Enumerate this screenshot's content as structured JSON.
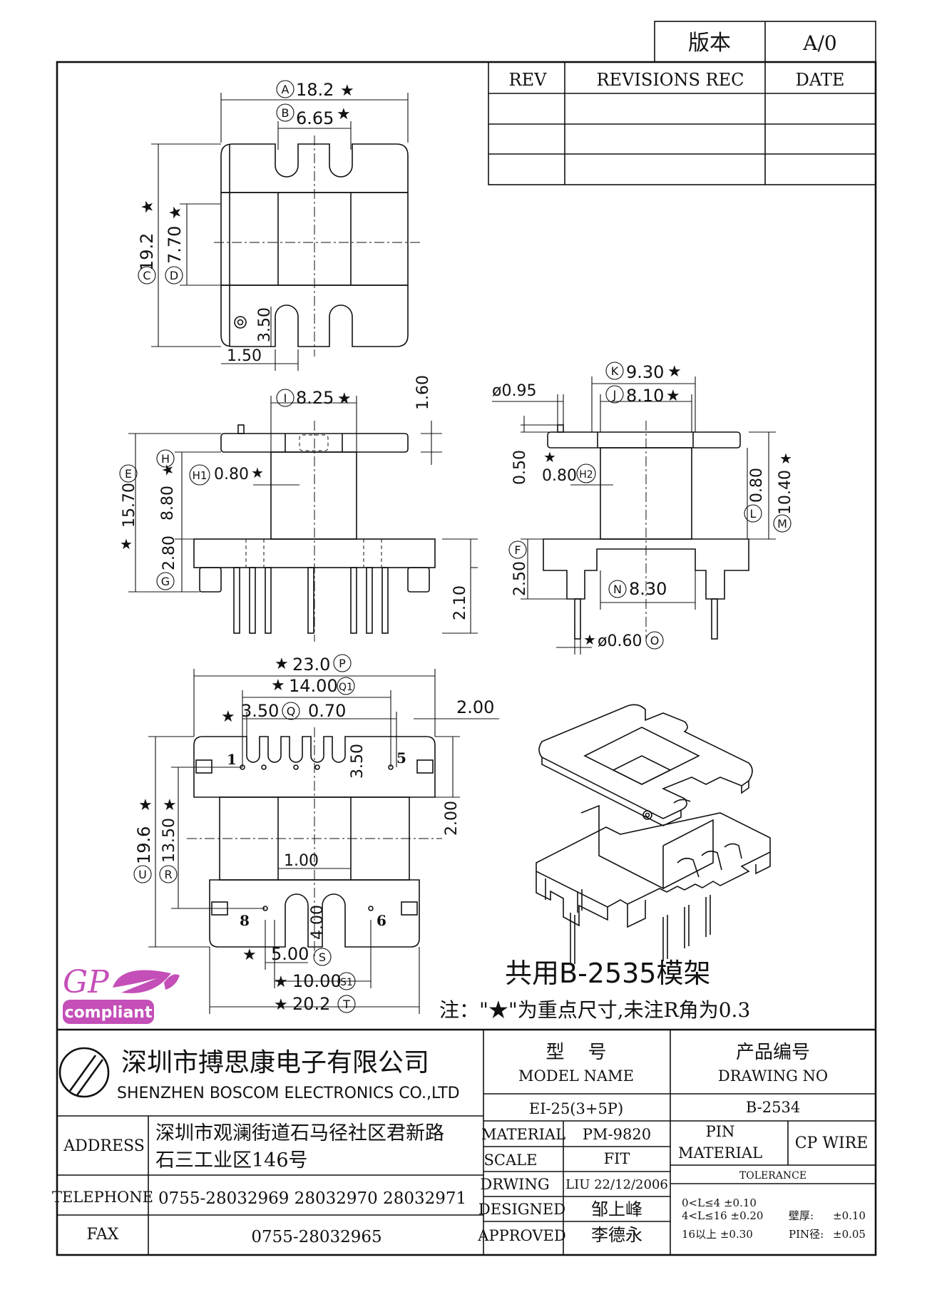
{
  "title_block": {
    "version_label": "版本",
    "version_value": "A/0",
    "rev_header": "REV",
    "revisions_header": "REVISIONS REC",
    "date_header": "DATE"
  },
  "top_view": {
    "dim_a": "18.2",
    "dim_b": "6.65",
    "dim_c": "19.2",
    "dim_d": "7.70",
    "dim_slot": "3.50",
    "dim_offset": "1.50",
    "label_a": "A",
    "label_b": "B",
    "label_c": "C",
    "label_d": "D"
  },
  "front_view": {
    "dim_i": "8.25",
    "dim_flange": "1.60",
    "dim_h1": "0.80",
    "dim_e": "15.70",
    "dim_h": "8.80",
    "dim_g": "2.80",
    "dim_pin": "2.10",
    "label_i": "I",
    "label_e": "E",
    "label_h": "H",
    "label_h1": "H1",
    "label_g": "G"
  },
  "side_view": {
    "dim_k": "9.30",
    "dim_j": "8.10",
    "dim_dia": "ø0.95",
    "dim_050": "0.50",
    "dim_h2": "0.80",
    "dim_l": "0.80",
    "dim_m": "10.40",
    "dim_f": "2.50",
    "dim_n": "8.30",
    "dim_o": "ø0.60",
    "label_k": "K",
    "label_j": "J",
    "label_h2": "H2",
    "label_l": "L",
    "label_m": "M",
    "label_f": "F",
    "label_n": "N",
    "label_o": "O"
  },
  "bottom_view": {
    "dim_p": "23.0",
    "dim_q1": "14.00",
    "dim_q": "3.50",
    "dim_070": "0.70",
    "dim_200a": "2.00",
    "dim_350": "3.50",
    "dim_200b": "2.00",
    "dim_u": "19.6",
    "dim_r": "13.50",
    "dim_100": "1.00",
    "dim_400": "4.00",
    "dim_s": "5.00",
    "dim_s1": "10.00",
    "dim_t": "20.2",
    "pin1": "1",
    "pin5": "5",
    "pin8": "8",
    "pin6": "6",
    "label_p": "P",
    "label_q1": "Q1",
    "label_q": "Q",
    "label_u": "U",
    "label_r": "R",
    "label_s": "S",
    "label_s1": "S1",
    "label_t": "T"
  },
  "notes": {
    "shared_mold": "共用B-2535模架",
    "note": "注：\"★\"为重点尺寸,未注R角为0.3"
  },
  "logo": {
    "gp": "GP",
    "compliant": "compliant"
  },
  "company": {
    "name_cn": "深圳市搏思康电子有限公司",
    "name_en": "SHENZHEN BOSCOM ELECTRONICS CO.,LTD",
    "address_label": "ADDRESS",
    "address_line1": "深圳市观澜街道石马径社区君新路",
    "address_line2": "石三工业区146号",
    "telephone_label": "TELEPHONE",
    "telephone": "0755-28032969 28032970 28032971",
    "fax_label": "FAX",
    "fax": "0755-28032965"
  },
  "spec": {
    "model_cn": "型    号",
    "model_en": "MODEL NAME",
    "model_value": "EI-25(3+5P)",
    "drawing_cn": "产品编号",
    "drawing_en": "DRAWING NO",
    "drawing_value": "B-2534",
    "material_label": "MATERIAL",
    "material_value": "PM-9820",
    "pin_material_label1": "PIN",
    "pin_material_label2": "MATERIAL",
    "pin_material_value": "CP WIRE",
    "scale_label": "SCALE",
    "scale_value": "FIT",
    "tolerance_label": "TOLERANCE",
    "drwing_label": "DRWING",
    "drwing_value": "LIU 22/12/2006",
    "designed_label": "DESIGNED",
    "designed_value": "邹上峰",
    "approved_label": "APPROVED",
    "approved_value": "李德永",
    "tol1": "0<L≤4  ±0.10",
    "tol2": "4<L≤16  ±0.20",
    "tol3": "16以上     ±0.30",
    "wall_label": "壁厚:",
    "wall_value": "±0.10",
    "pin_dia_label": "PIN径:",
    "pin_dia_value": "±0.05"
  }
}
